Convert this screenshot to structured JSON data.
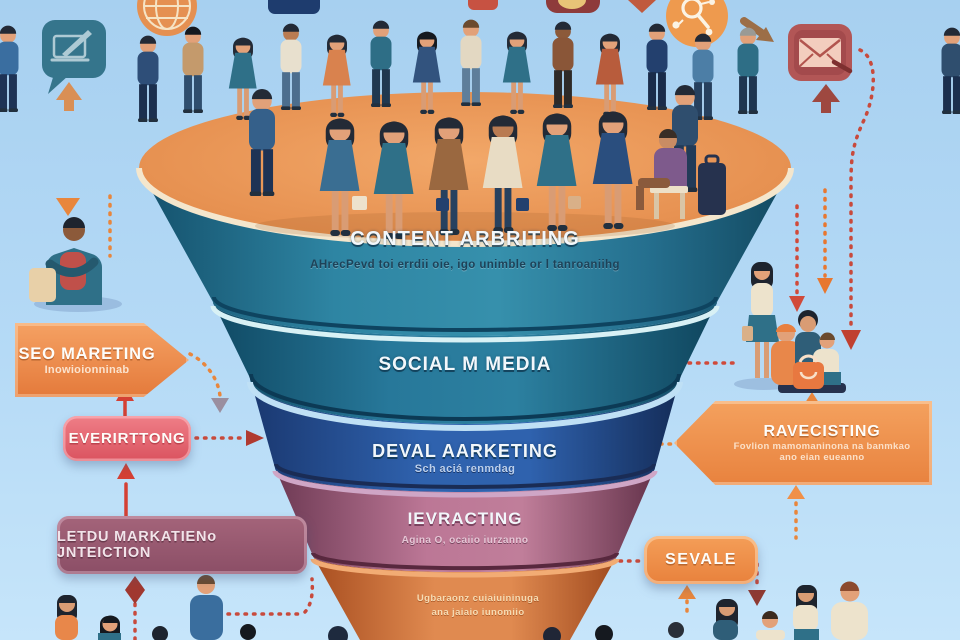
{
  "illustration": {
    "kind": "marketing-funnel-infographic",
    "background_top": "#A7D0F0",
    "background_bottom": "#C6E5FA"
  },
  "funnel": {
    "layer1": {
      "title": "CONTENT ARBRITING",
      "subtitle": "AHrecPevd toi errdii oie, igo unimble or l tanroaniihg",
      "color": "#2E85A3"
    },
    "layer2": {
      "title": "SOCIAL M MEDIA",
      "color": "#27789A"
    },
    "layer3": {
      "title": "DEVAL AARKETING",
      "subtitle": "Sch aciá renmdag",
      "color": "#2F62AE"
    },
    "layer4": {
      "title": "IEVRACTING",
      "subtitle": "Agina O, ocaiio iurzanno",
      "color": "#BC7796"
    },
    "layer5": {
      "line1": "Ugbaraonz cuiaiuininuga",
      "line2": "ana jaiaio iunomiio",
      "color": "#E08A50"
    }
  },
  "badges": {
    "seo": {
      "title": "SEO MARETING",
      "subtitle": "Inowioionninab",
      "color": "#EF9455"
    },
    "everirttong": {
      "title": "EVERIRTTONG",
      "color": "#E4636D"
    },
    "letdu": {
      "title": "LETDU MARKATIENo JNTEICTION",
      "color": "#9A5C72"
    },
    "ravecisting": {
      "title": "RAVECISTING",
      "subtitle_line1": "Fovlion mamomaninona na banmkao",
      "subtitle_line2": "ano eian eueanno",
      "color": "#F0934E"
    },
    "sevale": {
      "title": "SEVALE",
      "color": "#F0944E"
    }
  },
  "icons": {
    "writing_bubble": "writing-laptop-bubble-icon",
    "globe": "globe-icon",
    "navy_chip": "app-chip-icon",
    "bowl": "bowl-app-icon",
    "search_network": "search-network-icon",
    "envelope": "envelope-message-icon",
    "flow_arrows": "flow-arrow-icons"
  },
  "connector_colors": {
    "red": "#CF4A38",
    "orange": "#E8863C",
    "maroon": "#9E4840",
    "gray": "#9A8FA0"
  }
}
